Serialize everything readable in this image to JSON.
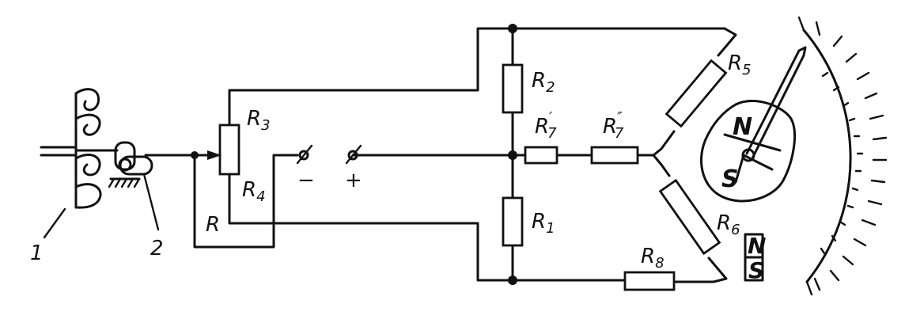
{
  "diagram": {
    "labels": {
      "item1": "1",
      "item2": "2",
      "r_main": "R",
      "r1": "R",
      "r1_sub": "1",
      "r2": "R",
      "r2_sub": "2",
      "r3": "R",
      "r3_sub": "3",
      "r4": "R",
      "r4_sub": "4",
      "r5": "R",
      "r5_sub": "5",
      "r6": "R",
      "r6_sub": "6",
      "r7a": "R",
      "r7a_sub": "7",
      "r7a_mark": "′",
      "r7b": "R",
      "r7b_sub": "7",
      "r7b_mark": "″",
      "r8": "R",
      "r8_sub": "8",
      "minus": "−",
      "plus": "+",
      "magnet_n": "N",
      "magnet_s": "S",
      "small_n": "N",
      "small_s": "S"
    }
  }
}
